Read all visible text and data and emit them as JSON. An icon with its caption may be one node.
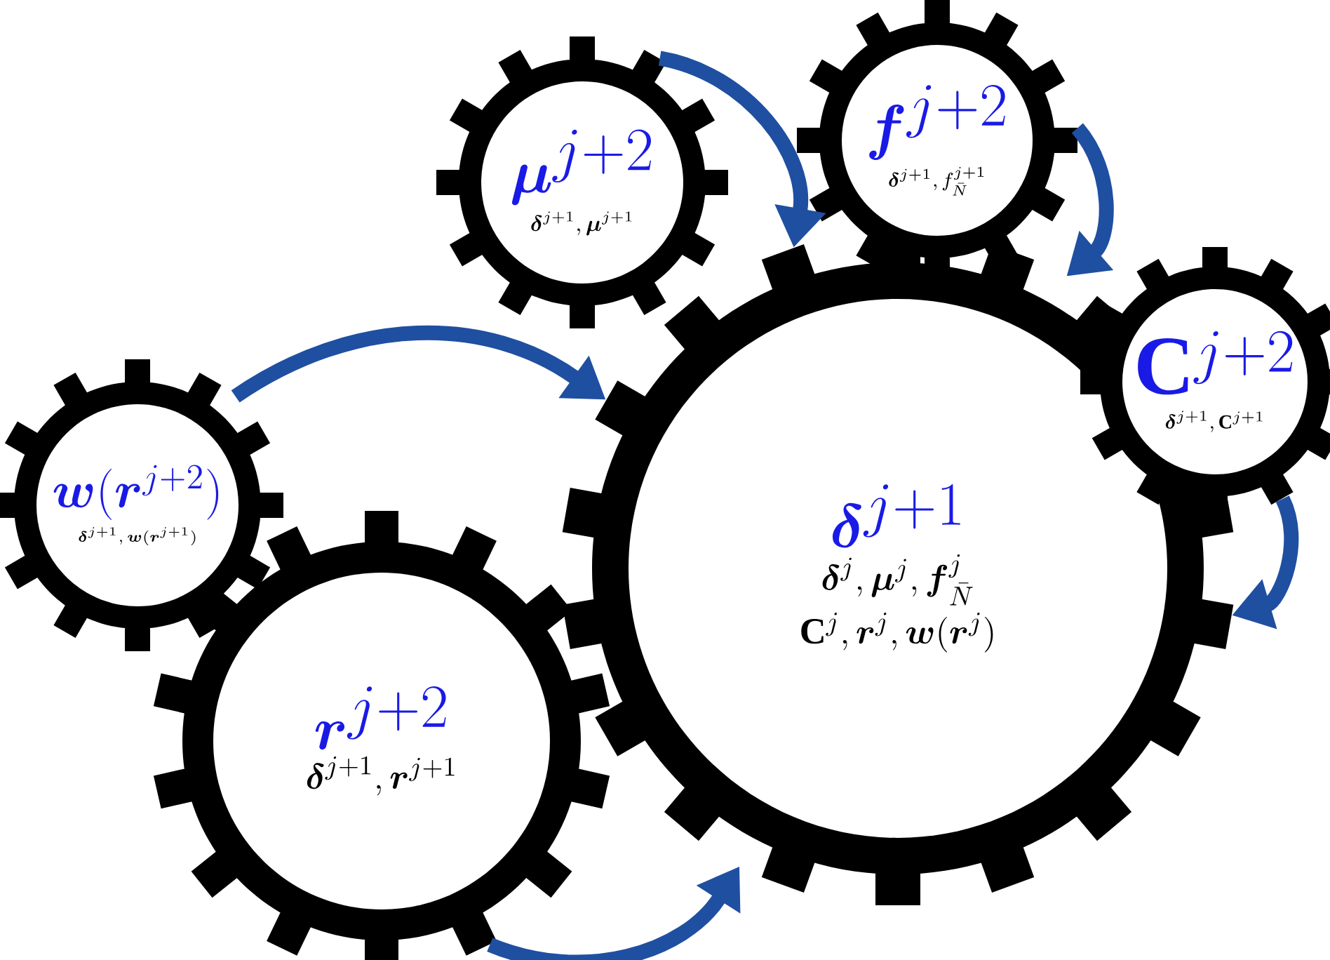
{
  "diagram": {
    "nodes": [
      {
        "text": [
          "\\boldsymbol{\\mu}^{j+2}",
          "\\boldsymbol{\\delta}^{j+1}, \\boldsymbol{\\mu}^{j+1}"
        ]
      },
      {
        "text": [
          "\\boldsymbol{f}^{j+2}",
          "\\boldsymbol{\\delta}^{j+1}, f^{j+1}_{\\bar{N}}"
        ]
      },
      {
        "text": [
          "\\mathbf{C}^{j+2}",
          "\\boldsymbol{\\delta}^{j+1}, \\mathbf{C}^{j+1}"
        ]
      },
      {
        "text": [
          "\\boldsymbol{w}(\\boldsymbol{r}^{j+2})",
          "\\boldsymbol{\\delta}^{j+1}, \\boldsymbol{w}(\\boldsymbol{r}^{j+1})"
        ]
      },
      {
        "text": [
          "\\boldsymbol{\\delta}^{j+1}",
          "\\boldsymbol{\\delta}^{j}, \\boldsymbol{\\mu}^{j}, \\boldsymbol{f}^{j}_{\\bar{N}}",
          "\\mathbf{C}^{j}, \\boldsymbol{r}^{j}, \\boldsymbol{w}(\\boldsymbol{r}^{j})"
        ]
      },
      {
        "text": [
          "\\boldsymbol{r}^{j+2}",
          "\\boldsymbol{\\delta}^{j+1}, \\boldsymbol{r}^{j+1}"
        ]
      }
    ],
    "edges": [
      {
        "from": 0,
        "to": 4,
        "arrow": "to"
      },
      {
        "from": 1,
        "to": 4,
        "arrow": "to"
      },
      {
        "from": 2,
        "to": 4,
        "arrow": "to"
      },
      {
        "from": 3,
        "to": 4,
        "arrow": "to"
      },
      {
        "from": 5,
        "to": 4,
        "arrow": "to"
      }
    ]
  }
}
